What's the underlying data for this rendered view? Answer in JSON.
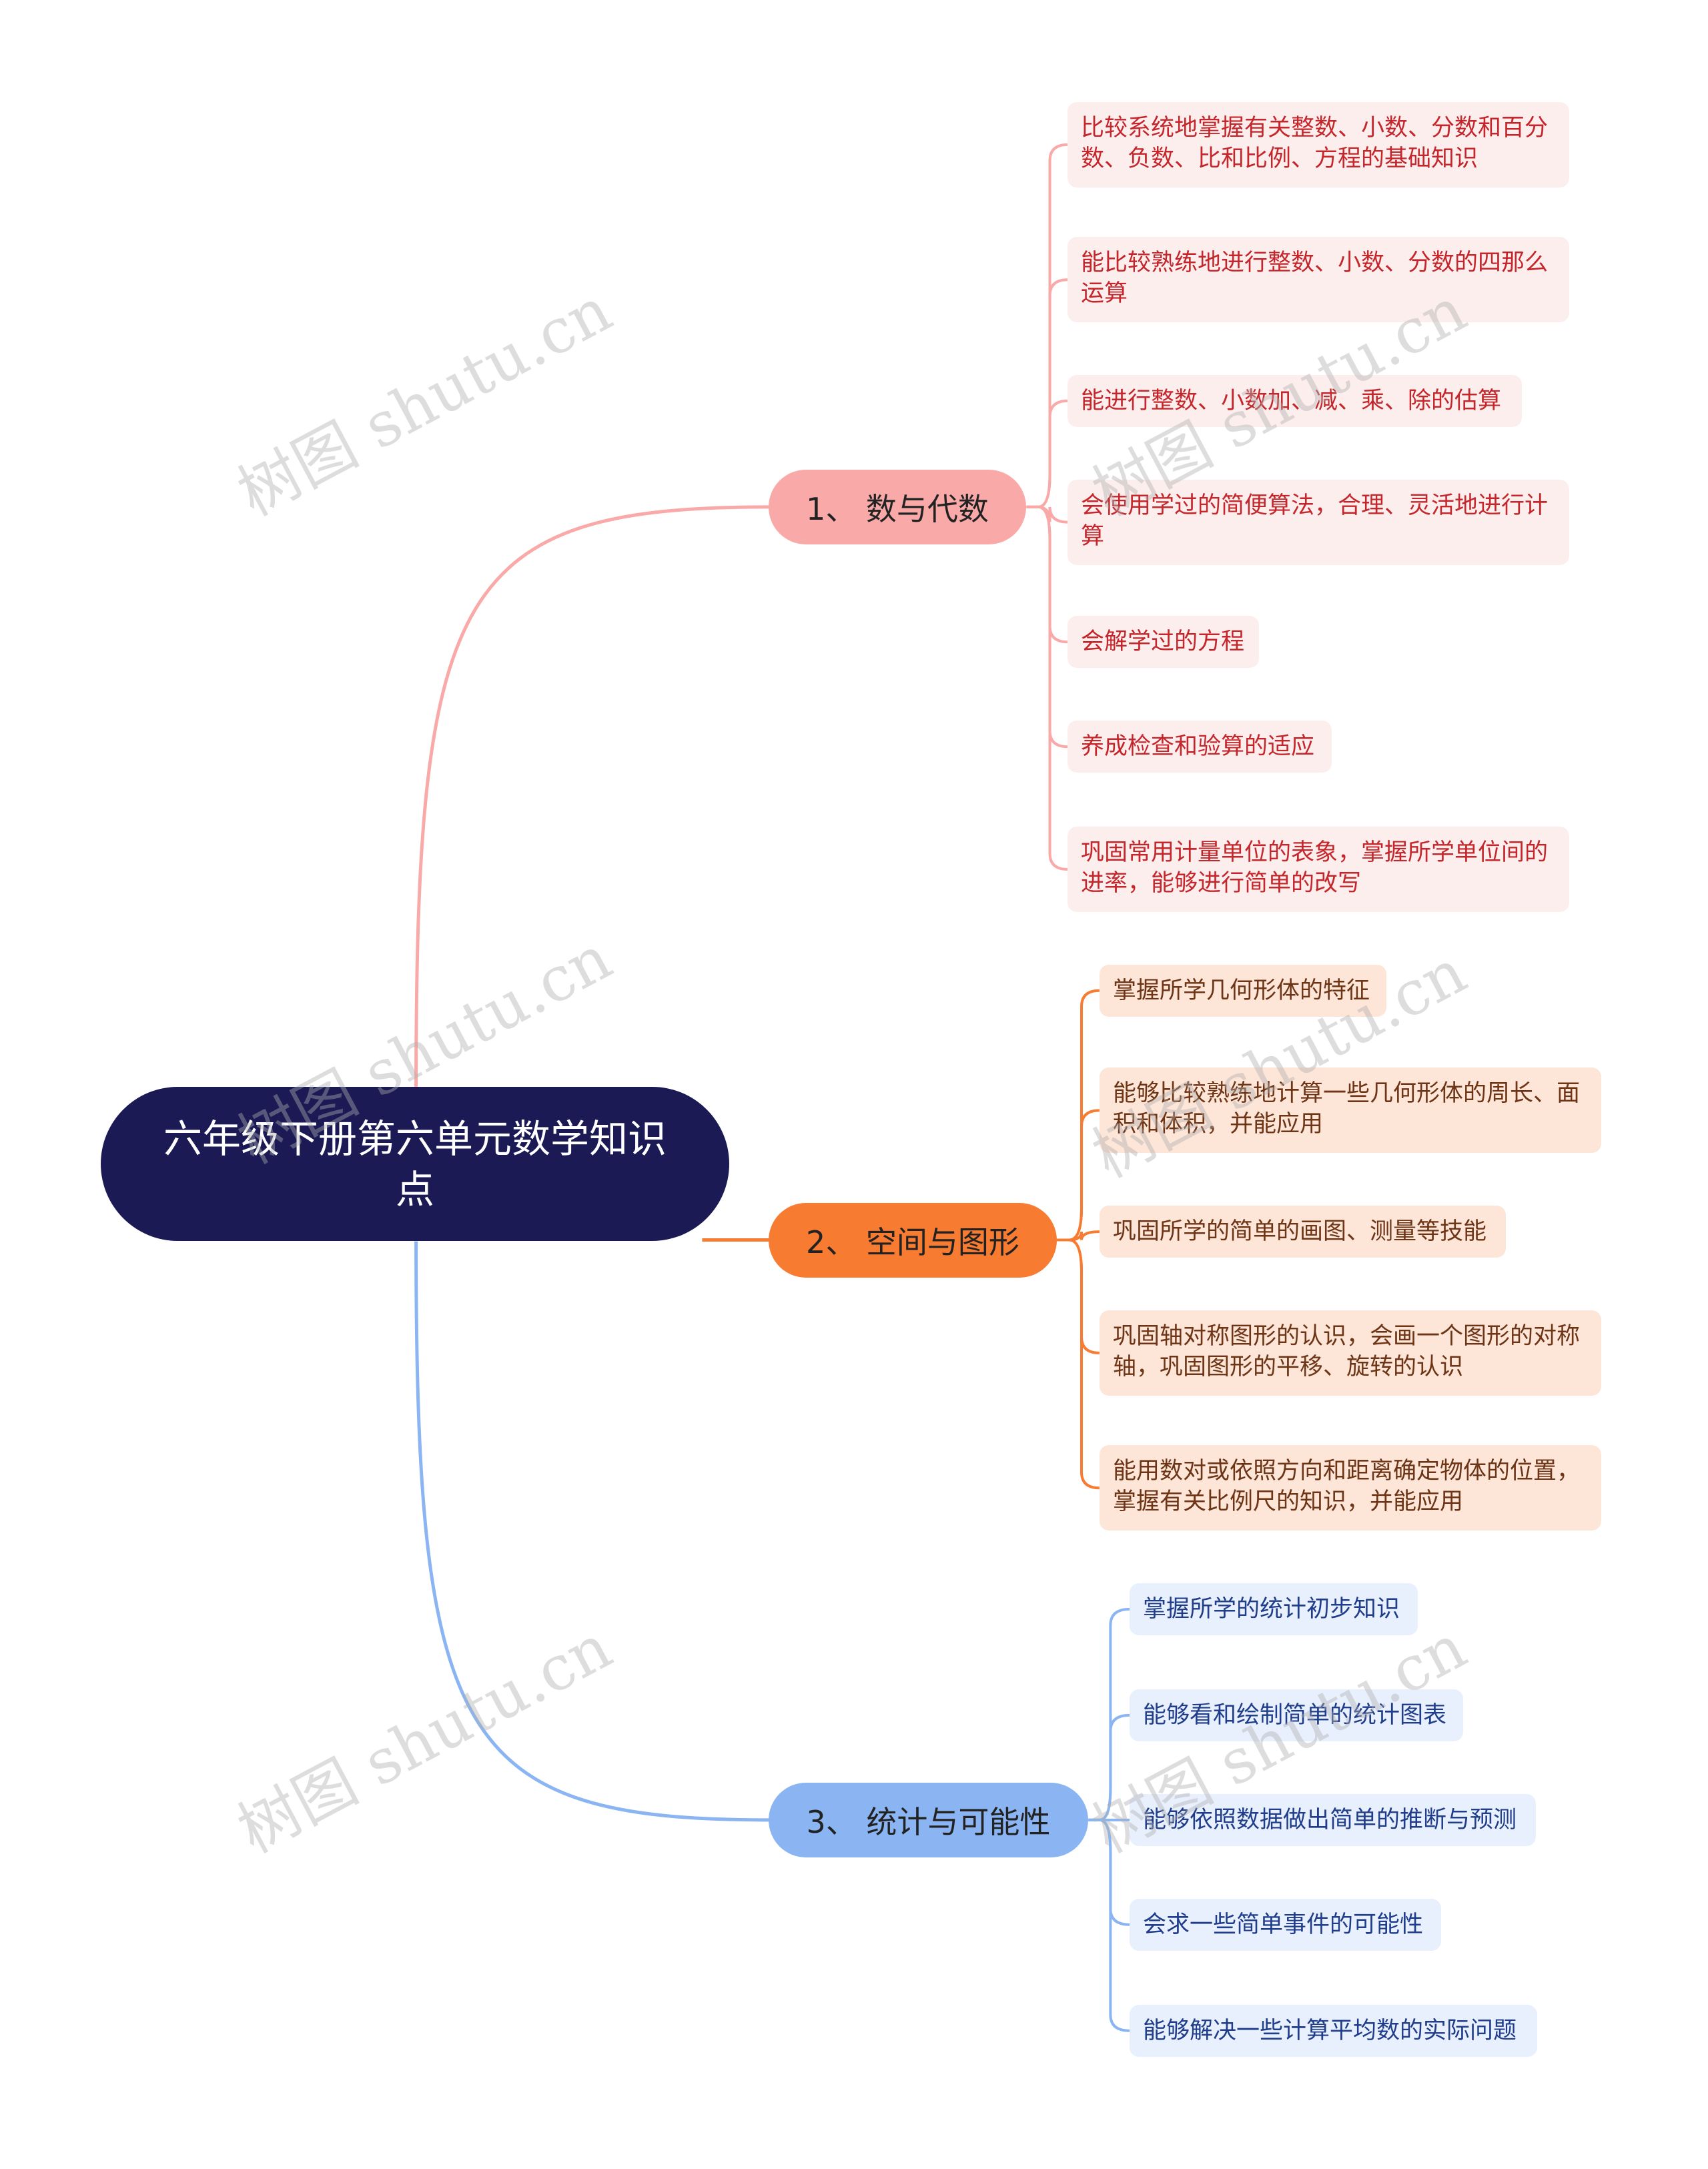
{
  "root": {
    "title": "六年级下册第六单元数学知识点"
  },
  "colors": {
    "root": "#1b1a55",
    "branch1": "#f9a9a8",
    "branch2": "#f77b31",
    "branch3": "#8ab5f2"
  },
  "branches": [
    {
      "label": "1、 数与代数",
      "children": [
        "比较系统地掌握有关整数、小数、分数和百分数、负数、比和比例、方程的基础知识",
        "能比较熟练地进行整数、小数、分数的四那么运算",
        "能进行整数、小数加、减、乘、除的估算",
        "会使用学过的简便算法，合理、灵活地进行计算",
        "会解学过的方程",
        "养成检查和验算的适应",
        "巩固常用计量单位的表象，掌握所学单位间的进率，能够进行简单的改写"
      ]
    },
    {
      "label": "2、 空间与图形",
      "children": [
        "掌握所学几何形体的特征",
        "能够比较熟练地计算一些几何形体的周长、面积和体积，并能应用",
        "巩固所学的简单的画图、测量等技能",
        "巩固轴对称图形的认识，会画一个图形的对称轴，巩固图形的平移、旋转的认识",
        "能用数对或依照方向和距离确定物体的位置，掌握有关比例尺的知识，并能应用"
      ]
    },
    {
      "label": "3、 统计与可能性",
      "children": [
        "掌握所学的统计初步知识",
        "能够看和绘制简单的统计图表",
        "能够依照数据做出简单的推断与预测",
        "会求一些简单事件的可能性",
        "能够解决一些计算平均数的实际问题"
      ]
    }
  ],
  "watermark": "树图 shutu.cn"
}
